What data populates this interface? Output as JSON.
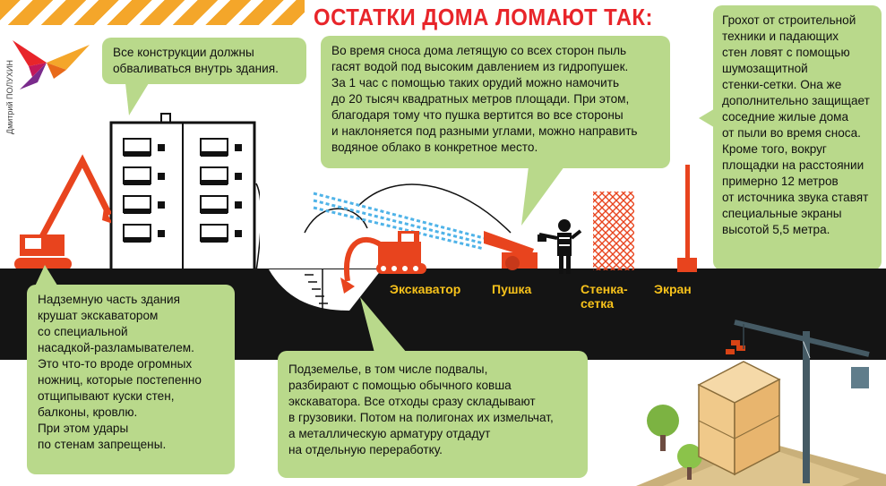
{
  "title": "ОСТАТКИ ДОМА ЛОМАЮТ ТАК:",
  "credit": "Дмитрий ПОЛУХИН",
  "callouts": {
    "collapse": "Все конструкции должны обваливаться внутрь здания.",
    "water_cannon": [
      "Во время сноса дома летящую со всех сторон пыль",
      "гасят водой под высоким давлением из гидропушек.",
      "За 1 час с помощью таких орудий можно намочить",
      "до 20 тысяч квадратных метров площади. При этом,",
      "благодаря тому что пушка вертится во все стороны",
      "и наклоняется под разными углами, можно направить",
      "водяное облако в конкретное место."
    ],
    "noise": [
      "Грохот от строительной",
      "техники и падающих",
      "стен ловят с помощью",
      "шумозащитной",
      "стенки-сетки. Она же",
      "дополнительно защищает",
      "соседние жилые дома",
      "от пыли во время сноса.",
      "Кроме того, вокруг",
      "площадки на расстоянии",
      "примерно 12 метров",
      "от источника звука ставят",
      "специальные экраны",
      "высотой 5,5 метра."
    ],
    "excavator_top": [
      "Надземную часть здания",
      "крушат экскаватором",
      "со специальной",
      "насадкой-разламывателем.",
      "Это что-то вроде огромных",
      "ножниц, которые постепенно",
      "отщипывают куски стен,",
      "балконы, кровлю.",
      "При этом удары",
      "по стенам запрещены."
    ],
    "underground": [
      "Подземелье, в том числе подвалы,",
      "разбирают с помощью обычного ковша",
      "экскаватора. Все отходы сразу складывают",
      "в грузовики. Потом на полигонах их измельчат,",
      "а металлическую арматуру отдадут",
      "на отдельную переработку."
    ]
  },
  "labels": {
    "excavator": "Экскаватор",
    "cannon": "Пушка",
    "net": "Стенка-\nсетка",
    "screen": "Экран"
  },
  "colors": {
    "title": "#e8252a",
    "callout": "#b9d98b",
    "label": "#f7c21b",
    "machine": "#e8441e",
    "ground": "#141414"
  }
}
